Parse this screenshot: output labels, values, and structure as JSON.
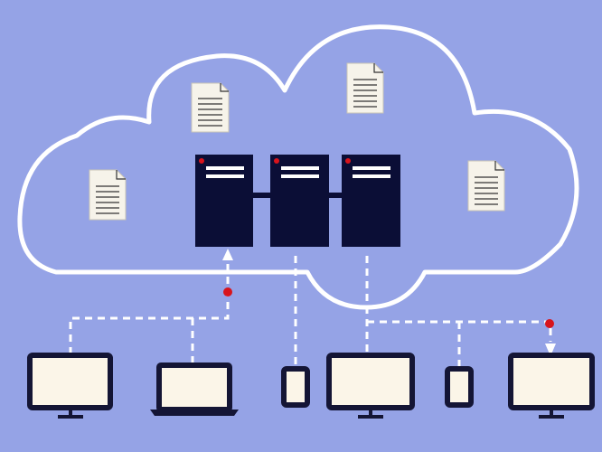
{
  "colors": {
    "background": "#95a3e6",
    "cloud_outline": "#ffffff",
    "server_body": "#0b0e36",
    "server_slot": "#ffffff",
    "server_led": "#d8141c",
    "connector": "#ffffff",
    "node_marker": "#d8141c",
    "device_frame": "#141535",
    "device_screen": "#fbf5e8",
    "document_paper": "#f6f3ea",
    "document_lines": "#333333"
  },
  "cloud": {
    "icon": "cloud-outline",
    "servers": [
      {
        "id": "server-1",
        "icon": "server-rack-icon"
      },
      {
        "id": "server-2",
        "icon": "server-rack-icon"
      },
      {
        "id": "server-3",
        "icon": "server-rack-icon"
      }
    ],
    "documents": [
      {
        "id": "doc-1",
        "icon": "document-icon"
      },
      {
        "id": "doc-2",
        "icon": "document-icon"
      },
      {
        "id": "doc-3",
        "icon": "document-icon"
      },
      {
        "id": "doc-4",
        "icon": "document-icon"
      }
    ]
  },
  "devices": [
    {
      "id": "monitor-left",
      "icon": "monitor-icon"
    },
    {
      "id": "laptop",
      "icon": "laptop-icon"
    },
    {
      "id": "phone-left",
      "icon": "phone-icon"
    },
    {
      "id": "monitor-center",
      "icon": "monitor-icon"
    },
    {
      "id": "phone-right",
      "icon": "phone-icon"
    },
    {
      "id": "monitor-right",
      "icon": "monitor-icon"
    }
  ]
}
